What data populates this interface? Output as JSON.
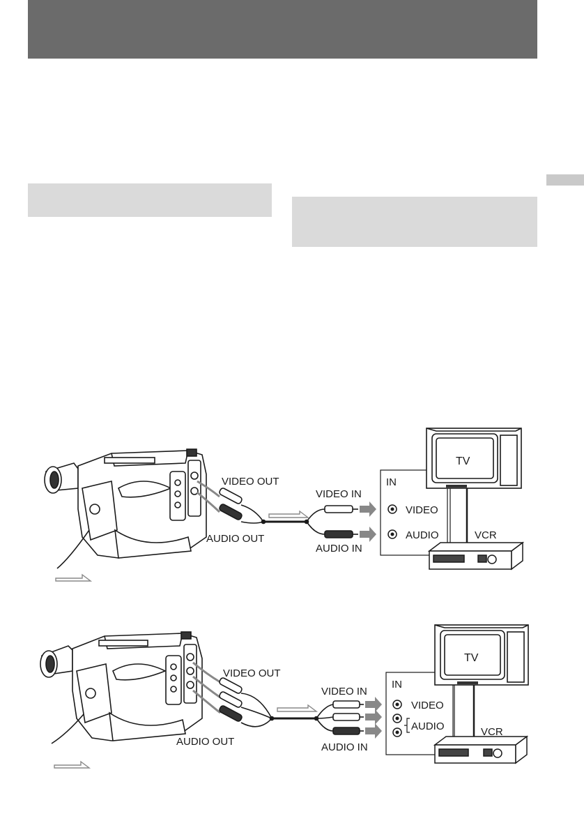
{
  "diagrams": [
    {
      "video_out": "VIDEO OUT",
      "audio_out": "AUDIO OUT",
      "video_in": "VIDEO IN",
      "audio_in": "AUDIO IN",
      "in_panel": "IN",
      "video_jack": "VIDEO",
      "audio_jack": "AUDIO",
      "tv": "TV",
      "vcr": "VCR"
    },
    {
      "video_out": "VIDEO OUT",
      "audio_out": "AUDIO OUT",
      "video_in": "VIDEO IN",
      "audio_in": "AUDIO IN",
      "in_panel": "IN",
      "video_jack": "VIDEO",
      "audio_jack": "AUDIO",
      "tv": "TV",
      "vcr": "VCR"
    }
  ]
}
